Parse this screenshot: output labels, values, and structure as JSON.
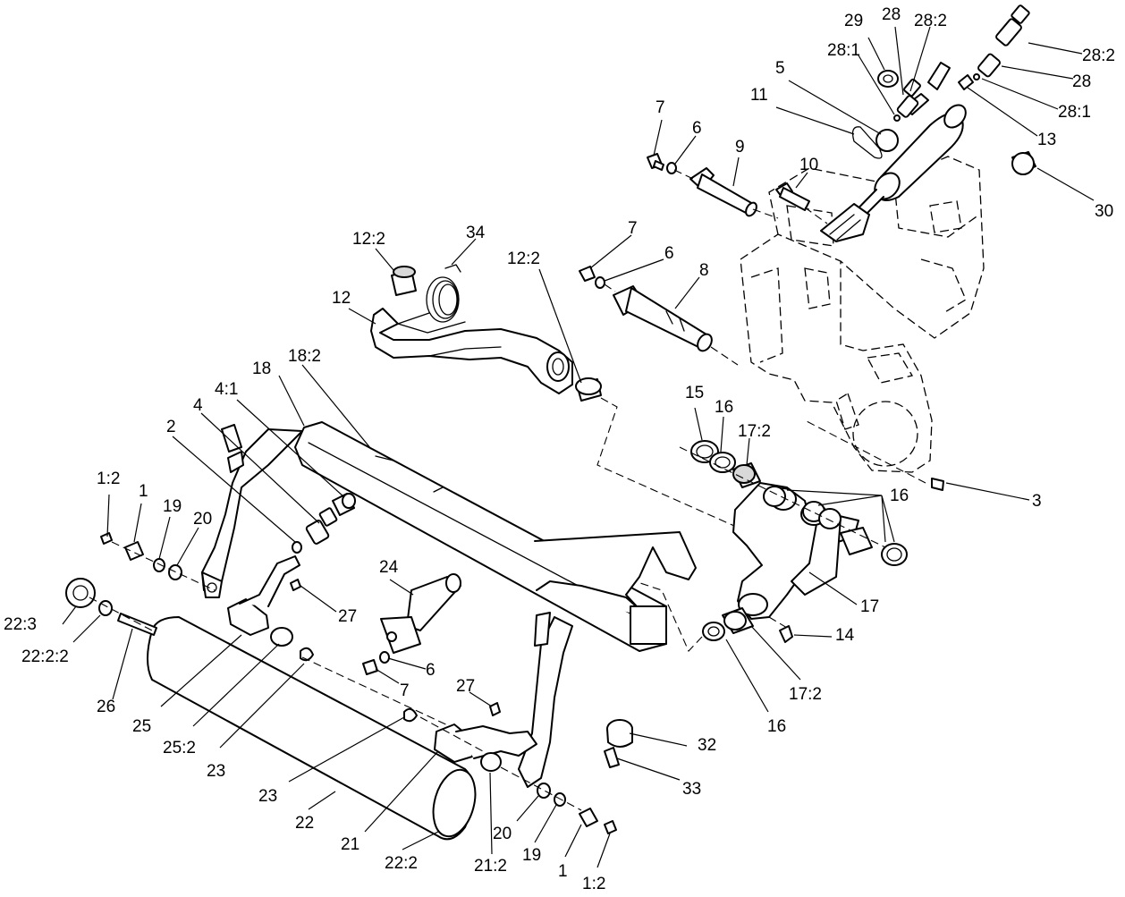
{
  "callouts": [
    {
      "id": "c01",
      "text": "29"
    },
    {
      "id": "c02",
      "text": "28"
    },
    {
      "id": "c03",
      "text": "28:2"
    },
    {
      "id": "c04",
      "text": "28:1"
    },
    {
      "id": "c05",
      "text": "28:2"
    },
    {
      "id": "c06",
      "text": "5"
    },
    {
      "id": "c07",
      "text": "28"
    },
    {
      "id": "c08",
      "text": "11"
    },
    {
      "id": "c09",
      "text": "28:1"
    },
    {
      "id": "c10",
      "text": "13"
    },
    {
      "id": "c11",
      "text": "7"
    },
    {
      "id": "c12",
      "text": "6"
    },
    {
      "id": "c13",
      "text": "9"
    },
    {
      "id": "c14",
      "text": "10"
    },
    {
      "id": "c15",
      "text": "30"
    },
    {
      "id": "c16",
      "text": "12:2"
    },
    {
      "id": "c17",
      "text": "34"
    },
    {
      "id": "c18",
      "text": "7"
    },
    {
      "id": "c19",
      "text": "12:2"
    },
    {
      "id": "c20",
      "text": "6"
    },
    {
      "id": "c21",
      "text": "8"
    },
    {
      "id": "c22",
      "text": "12"
    },
    {
      "id": "c23",
      "text": "18"
    },
    {
      "id": "c24",
      "text": "18:2"
    },
    {
      "id": "c25",
      "text": "4:1"
    },
    {
      "id": "c26",
      "text": "4"
    },
    {
      "id": "c27",
      "text": "2"
    },
    {
      "id": "c28",
      "text": "15"
    },
    {
      "id": "c29",
      "text": "16"
    },
    {
      "id": "c30",
      "text": "17:2"
    },
    {
      "id": "c31",
      "text": "3"
    },
    {
      "id": "c32",
      "text": "16"
    },
    {
      "id": "c33",
      "text": "1:2"
    },
    {
      "id": "c34",
      "text": "1"
    },
    {
      "id": "c35",
      "text": "19"
    },
    {
      "id": "c36",
      "text": "20"
    },
    {
      "id": "c37",
      "text": "24"
    },
    {
      "id": "c38",
      "text": "27"
    },
    {
      "id": "c39",
      "text": "17"
    },
    {
      "id": "c40",
      "text": "14"
    },
    {
      "id": "c41",
      "text": "22:3"
    },
    {
      "id": "c42",
      "text": "22:2:2"
    },
    {
      "id": "c43",
      "text": "6"
    },
    {
      "id": "c44",
      "text": "7"
    },
    {
      "id": "c45",
      "text": "17:2"
    },
    {
      "id": "c46",
      "text": "26"
    },
    {
      "id": "c47",
      "text": "27"
    },
    {
      "id": "c48",
      "text": "25"
    },
    {
      "id": "c49",
      "text": "25:2"
    },
    {
      "id": "c50",
      "text": "16"
    },
    {
      "id": "c51",
      "text": "23"
    },
    {
      "id": "c52",
      "text": "32"
    },
    {
      "id": "c53",
      "text": "33"
    },
    {
      "id": "c54",
      "text": "23"
    },
    {
      "id": "c55",
      "text": "22"
    },
    {
      "id": "c56",
      "text": "21"
    },
    {
      "id": "c57",
      "text": "20"
    },
    {
      "id": "c58",
      "text": "22:2"
    },
    {
      "id": "c59",
      "text": "21:2"
    },
    {
      "id": "c60",
      "text": "19"
    },
    {
      "id": "c61",
      "text": "1"
    },
    {
      "id": "c62",
      "text": "1:2"
    }
  ]
}
